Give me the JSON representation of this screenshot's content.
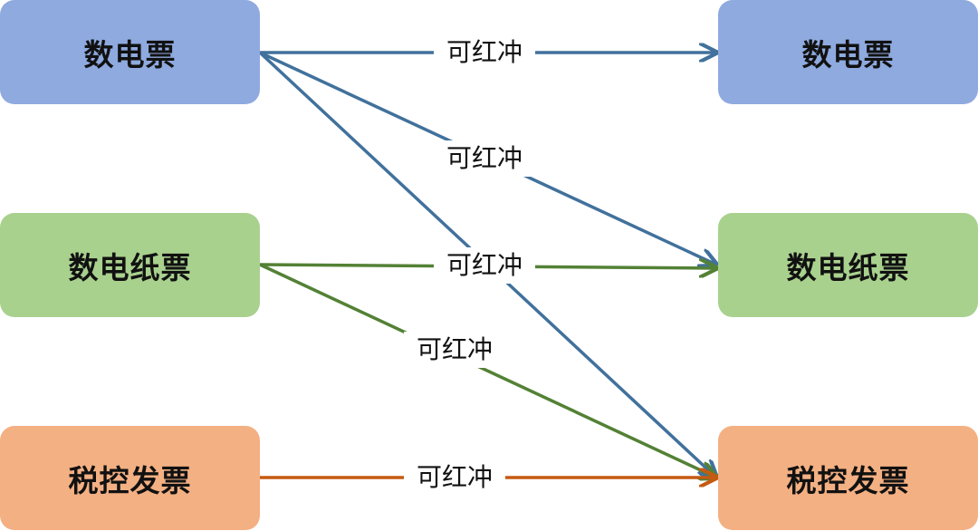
{
  "nodes": {
    "left": [
      "数电票",
      "数电纸票",
      "税控发票"
    ],
    "right": [
      "数电票",
      "数电纸票",
      "税控发票"
    ]
  },
  "edges": [
    {
      "from": "数电票",
      "to": "数电票",
      "label": "可红冲",
      "color": "#41719c"
    },
    {
      "from": "数电票",
      "to": "数电纸票",
      "label": "可红冲",
      "color": "#41719c"
    },
    {
      "from": "数电票",
      "to": "税控发票",
      "label": "",
      "color": "#41719c"
    },
    {
      "from": "数电纸票",
      "to": "数电纸票",
      "label": "可红冲",
      "color": "#538135"
    },
    {
      "from": "数电纸票",
      "to": "税控发票",
      "label": "可红冲",
      "color": "#538135"
    },
    {
      "from": "税控发票",
      "to": "税控发票",
      "label": "可红冲",
      "color": "#c55a11"
    }
  ],
  "colors": {
    "blue_box": "#8eaadf",
    "green_box": "#a9d18e",
    "orange_box": "#f3b083",
    "blue_line": "#41719c",
    "green_line": "#538135",
    "orange_line": "#c55a11"
  }
}
